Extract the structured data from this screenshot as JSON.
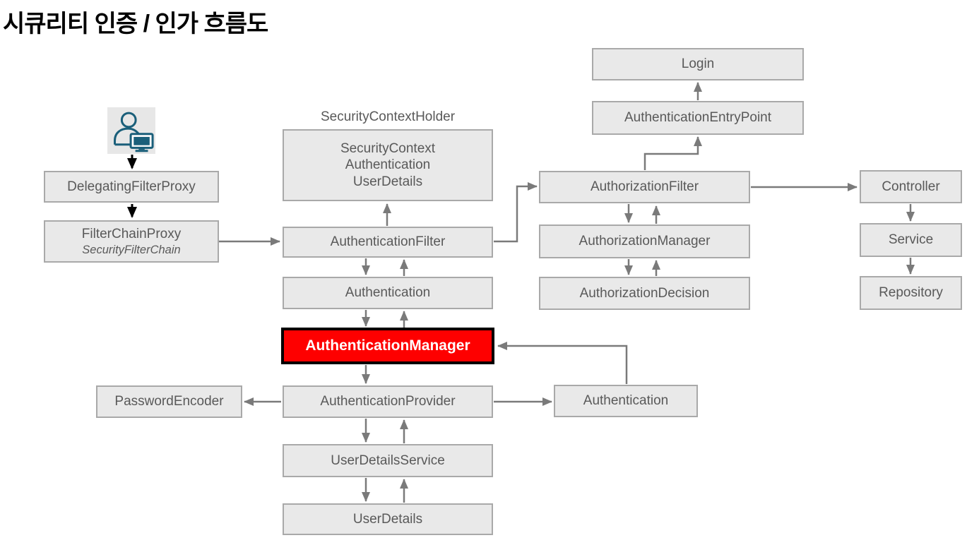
{
  "title": "시큐리티 인증 / 인가 흐름도",
  "colors": {
    "box_fill": "#e9e9e9",
    "box_border": "#a9a9a9",
    "box_text": "#595959",
    "arrow_gray": "#7a7a7a",
    "arrow_black": "#000000",
    "highlight_fill": "#fe0000",
    "highlight_border": "#000000",
    "highlight_text": "#ffffff",
    "icon_color": "#1a5f7a"
  },
  "icons": {
    "user_icon": "person-at-computer-icon"
  },
  "nodes": {
    "delegating_filter_proxy": "DelegatingFilterProxy",
    "filter_chain_proxy": "FilterChainProxy",
    "security_filter_chain": "SecurityFilterChain",
    "security_context_holder": "SecurityContextHolder",
    "security_context_lines": [
      "SecurityContext",
      "Authentication",
      "UserDetails"
    ],
    "authentication_filter": "AuthenticationFilter",
    "authentication": "Authentication",
    "authentication_manager": "AuthenticationManager",
    "password_encoder": "PasswordEncoder",
    "authentication_provider": "AuthenticationProvider",
    "authentication_result": "Authentication",
    "user_details_service": "UserDetailsService",
    "user_details": "UserDetails",
    "login": "Login",
    "authentication_entry_point": "AuthenticationEntryPoint",
    "authorization_filter": "AuthorizationFilter",
    "authorization_manager": "AuthorizationManager",
    "authorization_decision": "AuthorizationDecision",
    "controller": "Controller",
    "service": "Service",
    "repository": "Repository"
  }
}
